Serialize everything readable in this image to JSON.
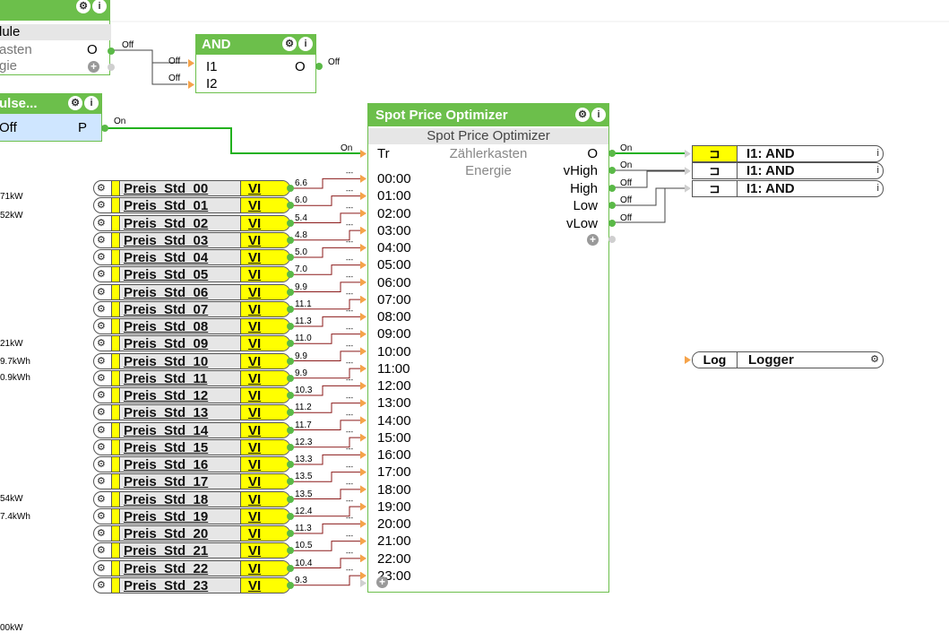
{
  "block_top_left": {
    "row1": "lule",
    "row2": "asten",
    "row2_out": "O",
    "row3": "gie"
  },
  "block_pulse": {
    "title": "ulse...",
    "row1": "Off",
    "row1_out": "P"
  },
  "and_block": {
    "title": "AND",
    "inputs": [
      "I1",
      "I2"
    ],
    "output": "O",
    "in_labels": [
      "Off",
      "Off"
    ],
    "out_label": "Off"
  },
  "wire_labels": {
    "top_left_out": "Off",
    "pulse_out": "On",
    "tr_in": "On"
  },
  "spo": {
    "title": "Spot Price Optimizer",
    "subtitle": "Spot Price Optimizer",
    "desc1": "Zählerkasten",
    "desc2": "Energie",
    "input_tr": "Tr",
    "inputs": [
      "00:00",
      "01:00",
      "02:00",
      "03:00",
      "04:00",
      "05:00",
      "06:00",
      "07:00",
      "08:00",
      "09:00",
      "10:00",
      "11:00",
      "12:00",
      "13:00",
      "14:00",
      "15:00",
      "16:00",
      "17:00",
      "18:00",
      "19:00",
      "20:00",
      "21:00",
      "22:00",
      "23:00"
    ],
    "outputs": [
      "O",
      "vHigh",
      "High",
      "Low",
      "vLow"
    ],
    "output_values": [
      "On",
      "On",
      "Off",
      "Off",
      "Off"
    ]
  },
  "variables": [
    {
      "name": "Preis_Std_00",
      "tag": "VI",
      "value": "6.6"
    },
    {
      "name": "Preis_Std_01",
      "tag": "VI",
      "value": "6.0"
    },
    {
      "name": "Preis_Std_02",
      "tag": "VI",
      "value": "5.4"
    },
    {
      "name": "Preis_Std_03",
      "tag": "VI",
      "value": "4.8"
    },
    {
      "name": "Preis_Std_04",
      "tag": "VI",
      "value": "5.0"
    },
    {
      "name": "Preis_Std_05",
      "tag": "VI",
      "value": "7.0"
    },
    {
      "name": "Preis_Std_06",
      "tag": "VI",
      "value": "9.9"
    },
    {
      "name": "Preis_Std_07",
      "tag": "VI",
      "value": "11.1"
    },
    {
      "name": "Preis_Std_08",
      "tag": "VI",
      "value": "11.3"
    },
    {
      "name": "Preis_Std_09",
      "tag": "VI",
      "value": "11.0"
    },
    {
      "name": "Preis_Std_10",
      "tag": "VI",
      "value": "9.9"
    },
    {
      "name": "Preis_Std_11",
      "tag": "VI",
      "value": "9.9"
    },
    {
      "name": "Preis_Std_12",
      "tag": "VI",
      "value": "10.3"
    },
    {
      "name": "Preis_Std_13",
      "tag": "VI",
      "value": "11.2"
    },
    {
      "name": "Preis_Std_14",
      "tag": "VI",
      "value": "11.7"
    },
    {
      "name": "Preis_Std_15",
      "tag": "VI",
      "value": "12.3"
    },
    {
      "name": "Preis_Std_16",
      "tag": "VI",
      "value": "13.3"
    },
    {
      "name": "Preis_Std_17",
      "tag": "VI",
      "value": "13.5"
    },
    {
      "name": "Preis_Std_18",
      "tag": "VI",
      "value": "13.5"
    },
    {
      "name": "Preis_Std_19",
      "tag": "VI",
      "value": "12.4"
    },
    {
      "name": "Preis_Std_20",
      "tag": "VI",
      "value": "11.3"
    },
    {
      "name": "Preis_Std_21",
      "tag": "VI",
      "value": "10.5"
    },
    {
      "name": "Preis_Std_22",
      "tag": "VI",
      "value": "10.4"
    },
    {
      "name": "Preis_Std_23",
      "tag": "VI",
      "value": "9.3"
    }
  ],
  "input_wire_placeholder": "---",
  "references": [
    {
      "name": "I1: AND",
      "info": "i"
    },
    {
      "name": "I1: AND",
      "info": "i"
    },
    {
      "name": "I1: AND",
      "info": "i"
    }
  ],
  "logger": {
    "port": "Log",
    "name": "Logger"
  },
  "side_labels": [
    "71kW",
    "52kW",
    "21kW",
    "9.7kWh",
    "0.9kWh",
    "54kW",
    "7.4kWh",
    "00kW"
  ],
  "colors": {
    "block_green": "#6cbf4b",
    "wire_green": "#22b11e",
    "wire_red": "#8b1a1a",
    "wire_gray": "#444444",
    "var_yellow": "#ffff00",
    "port_orange": "#f5a34a"
  },
  "icons": {
    "settings": "gear-icon",
    "info": "info-icon",
    "add": "plus-icon",
    "reference": "reference-icon"
  }
}
